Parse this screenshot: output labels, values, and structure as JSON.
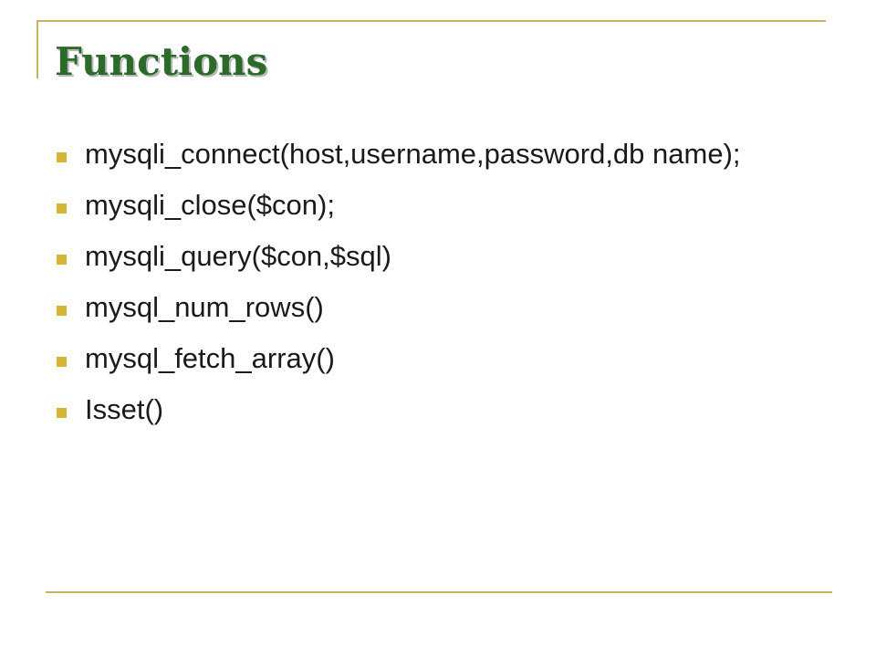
{
  "slide": {
    "title": "Functions",
    "bullets": [
      {
        "text": "mysqli_connect(host,username,password,db name);"
      },
      {
        "text": "mysqli_close($con);"
      },
      {
        "text": "mysqli_query($con,$sql)"
      },
      {
        "text": "mysql_num_rows()"
      },
      {
        "text": "mysql_fetch_array()"
      },
      {
        "text": "Isset()"
      }
    ]
  },
  "colors": {
    "title": "#2b6a2b",
    "bullet_marker": "#d4b535",
    "frame_line": "#c8b262",
    "text": "#1a1a1a",
    "background": "#ffffff"
  }
}
